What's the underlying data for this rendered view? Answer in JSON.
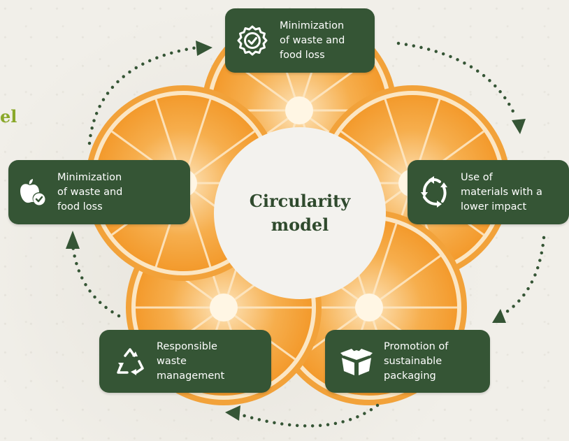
{
  "center": {
    "title": "Circularity\nmodel"
  },
  "side_fragment": "el",
  "colors": {
    "card": "#355535",
    "orange": "#f5a43c",
    "background": "#f1efe9",
    "accent_green": "#8aa82a"
  },
  "steps": [
    {
      "label": "Minimization\nof waste and\nfood loss",
      "icon": "badge-check-icon"
    },
    {
      "label": "Use of\nmaterials with a\nlower impact",
      "icon": "recycle-arrows-icon"
    },
    {
      "label": "Promotion of\nsustainable\npackaging",
      "icon": "open-box-icon"
    },
    {
      "label": "Responsible\nwaste\nmanagement",
      "icon": "recycle-triangle-icon"
    },
    {
      "label": "Minimization\nof waste and\nfood loss",
      "icon": "apple-check-icon"
    }
  ]
}
